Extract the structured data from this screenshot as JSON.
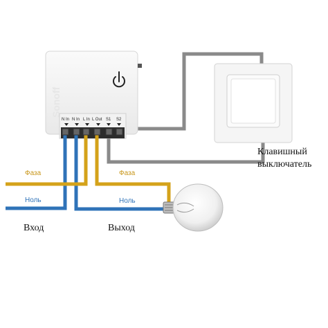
{
  "device": {
    "brand": "Sonoff",
    "terminals": [
      "N In",
      "N In",
      "L In",
      "L Out",
      "S1",
      "S2"
    ]
  },
  "labels": {
    "phase_left": "Фаза",
    "neutral_left": "Ноль",
    "phase_right": "Фаза",
    "neutral_right": "Ноль",
    "input": "Вход",
    "output": "Выход",
    "switch_line1": "Клавишный",
    "switch_line2": "выключатель"
  },
  "colors": {
    "phase": "#d4a21a",
    "neutral": "#2f73b8",
    "switch_wire": "#8a8a8a",
    "phase_text": "#c8961a",
    "neutral_text": "#2f73b8"
  },
  "icons": [
    "bulb-icon",
    "power-icon"
  ]
}
